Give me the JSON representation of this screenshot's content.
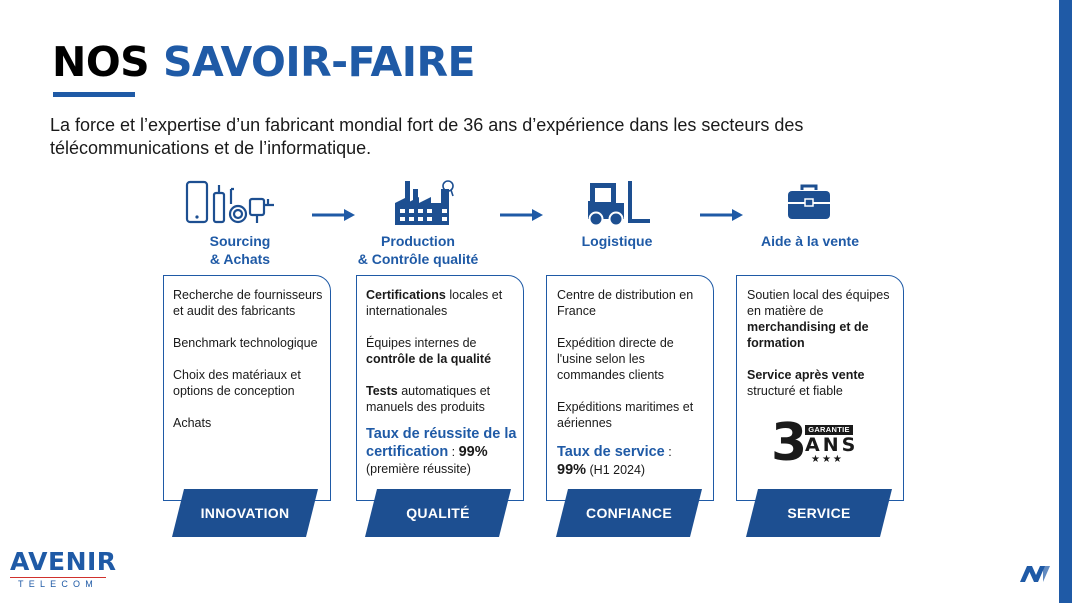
{
  "header": {
    "title_part1": "NOS",
    "title_part2": "SAVOIR-FAIRE",
    "intro": "La force et l’expertise d’un fabricant mondial fort de 36 ans d’expérience dans les secteurs des télécommunications et de l’informatique."
  },
  "columns": [
    {
      "title_line1": "Sourcing",
      "title_line2": "& Achats",
      "items": [
        "Recherche de fournisseurs et audit des fabricants",
        "Benchmark technologique",
        "Choix des matériaux et options de conception",
        "Achats"
      ],
      "tag": "INNOVATION"
    },
    {
      "title_line1": "Production",
      "title_line2": "& Contrôle qualité",
      "p1_bold": "Certifications",
      "p1_rest": " locales et internationales",
      "p2_pre": "Équipes internes de ",
      "p2_bold": "contrôle de la qualité",
      "p3_bold": "Tests",
      "p3_rest": " automatiques et manuels des produits",
      "kpi_label": "Taux de réussite de la certification",
      "kpi_sep": " : ",
      "kpi_value": "99%",
      "kpi_note": "(première réussite)",
      "tag": "QUALITÉ"
    },
    {
      "title_line1": "Logistique",
      "items": [
        "Centre de distribution en France",
        "Expédition directe de l'usine selon les commandes clients",
        "Expéditions maritimes et aériennes"
      ],
      "kpi_label": "Taux de service",
      "kpi_sep": " : ",
      "kpi_value": "99%",
      "kpi_note": " (H1 2024)",
      "tag": "CONFIANCE"
    },
    {
      "title_line1": "Aide à la vente",
      "p1_pre": "Soutien local des équipes en matière de ",
      "p1_bold": "merchandising et de formation",
      "p2_bold": "Service après vente",
      "p2_rest": " structuré et fiable",
      "badge_number": "3",
      "badge_top": "GARANTIE",
      "badge_word": "ANS",
      "badge_stars": "★★★",
      "tag": "SERVICE"
    }
  ],
  "footer": {
    "logo_name": "AVENIR",
    "logo_sub": "TELECOM",
    "logo_short": "AV"
  },
  "colors": {
    "brand_blue": "#1f5aa6",
    "navy": "#1d4f91",
    "accent_red": "#d0312d"
  }
}
